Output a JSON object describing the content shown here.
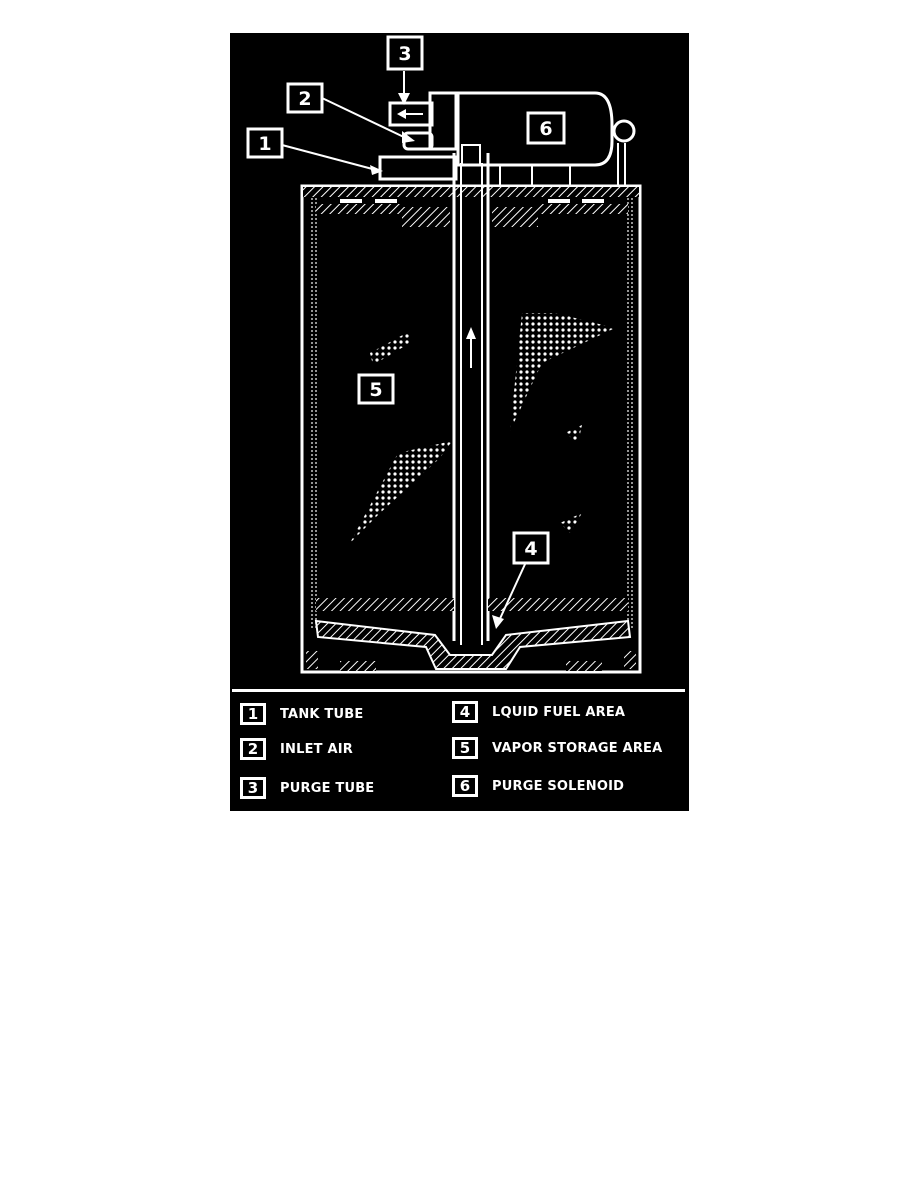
{
  "callouts": [
    {
      "num": "1"
    },
    {
      "num": "2"
    },
    {
      "num": "3"
    },
    {
      "num": "4"
    },
    {
      "num": "5"
    },
    {
      "num": "6"
    }
  ],
  "legend": [
    {
      "num": "1",
      "label": "TANK TUBE"
    },
    {
      "num": "2",
      "label": "INLET AIR"
    },
    {
      "num": "3",
      "label": "PURGE TUBE"
    },
    {
      "num": "4",
      "label": "LQUID FUEL AREA"
    },
    {
      "num": "5",
      "label": "VAPOR STORAGE AREA"
    },
    {
      "num": "6",
      "label": "PURGE SOLENOID"
    }
  ],
  "colors": {
    "background": "#000000",
    "line": "#ffffff",
    "page": "#ffffff"
  }
}
